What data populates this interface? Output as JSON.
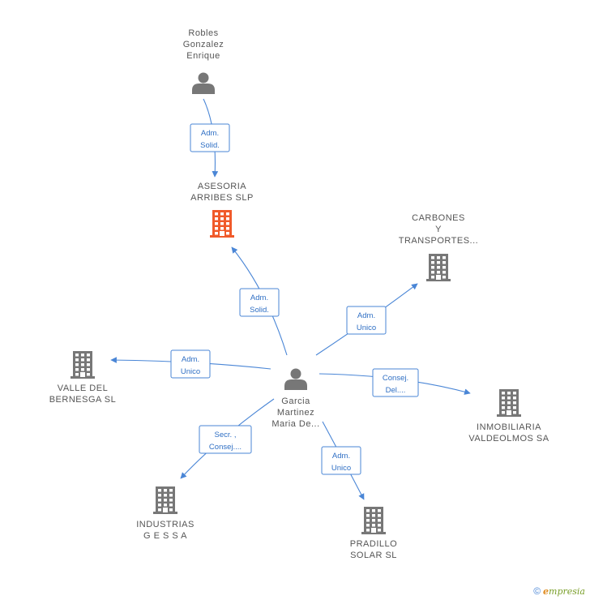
{
  "colors": {
    "edge": "#4a86d6",
    "person": "#777777",
    "company": "#777777",
    "company_highlight": "#f05a2a"
  },
  "nodes": [
    {
      "id": "robles",
      "kind": "person",
      "label": [
        "Robles",
        "Gonzalez",
        "Enrique"
      ]
    },
    {
      "id": "asesoria",
      "kind": "company-highlight",
      "label": [
        "ASESORIA",
        "ARRIBES SLP"
      ]
    },
    {
      "id": "carbones",
      "kind": "company",
      "label": [
        "CARBONES",
        "Y",
        "TRANSPORTES..."
      ]
    },
    {
      "id": "valle",
      "kind": "company",
      "label": [
        "VALLE DEL",
        "BERNESGA SL"
      ]
    },
    {
      "id": "garcia",
      "kind": "person",
      "label": [
        "Garcia",
        "Martinez",
        "Maria De..."
      ]
    },
    {
      "id": "inmobiliaria",
      "kind": "company",
      "label": [
        "INMOBILIARIA",
        "VALDEOLMOS SA"
      ]
    },
    {
      "id": "industrias",
      "kind": "company",
      "label": [
        "INDUSTRIAS",
        "G E S S A"
      ]
    },
    {
      "id": "pradillo",
      "kind": "company",
      "label": [
        "PRADILLO",
        "SOLAR SL"
      ]
    }
  ],
  "edges": [
    {
      "from": "robles",
      "to": "asesoria",
      "badge": [
        "Adm.",
        "Solid."
      ]
    },
    {
      "from": "garcia",
      "to": "asesoria",
      "badge": [
        "Adm.",
        "Solid."
      ]
    },
    {
      "from": "garcia",
      "to": "carbones",
      "badge": [
        "Adm.",
        "Unico"
      ]
    },
    {
      "from": "garcia",
      "to": "valle",
      "badge": [
        "Adm.",
        "Unico"
      ]
    },
    {
      "from": "garcia",
      "to": "inmobiliaria",
      "badge": [
        "Consej.",
        "Del...."
      ]
    },
    {
      "from": "garcia",
      "to": "industrias",
      "badge": [
        "Secr. ,",
        "Consej...."
      ]
    },
    {
      "from": "garcia",
      "to": "pradillo",
      "badge": [
        "Adm.",
        "Unico"
      ]
    }
  ],
  "footer": {
    "copyright_symbol": "©",
    "brand_initial": "e",
    "brand_rest": "mpresia"
  }
}
